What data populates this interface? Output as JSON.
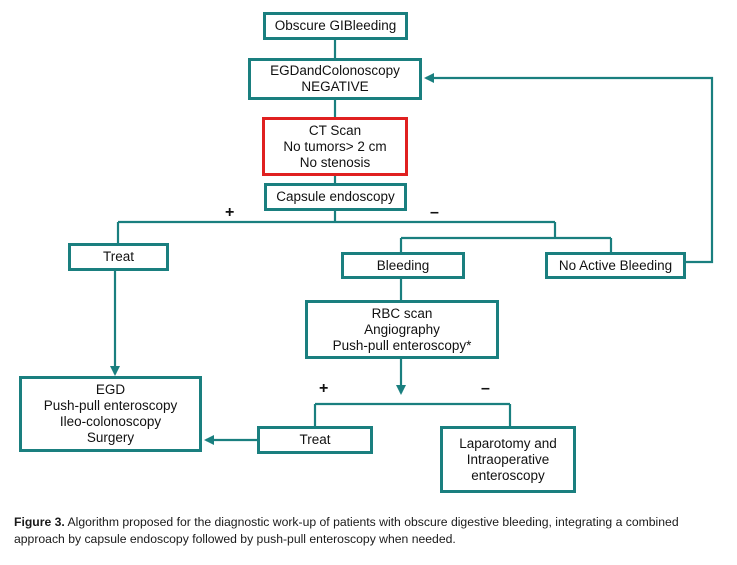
{
  "nodes": {
    "obscure_gi": {
      "lines": [
        "Obscure GIBleeding"
      ]
    },
    "egd_colonoscopy": {
      "lines": [
        "EGDandColonoscopy",
        "NEGATIVE"
      ]
    },
    "ct_scan": {
      "lines": [
        "CT Scan",
        "No tumors> 2 cm",
        "No stenosis"
      ]
    },
    "capsule": {
      "lines": [
        "Capsule endoscopy"
      ]
    },
    "treat_left": {
      "lines": [
        "Treat"
      ]
    },
    "bleeding": {
      "lines": [
        "Bleeding"
      ]
    },
    "no_active": {
      "lines": [
        "No Active Bleeding"
      ]
    },
    "rbc_scan": {
      "lines": [
        "RBC scan",
        "Angiography",
        "Push-pull enteroscopy*"
      ]
    },
    "egd_final": {
      "lines": [
        "EGD",
        "Push-pull enteroscopy",
        "Ileo-colonoscopy",
        "Surgery"
      ]
    },
    "treat_bottom": {
      "lines": [
        "Treat"
      ]
    },
    "laparotomy": {
      "lines": [
        "Laparotomy and",
        "Intraoperative",
        "enteroscopy"
      ]
    }
  },
  "signs": {
    "capsule_plus": "+",
    "capsule_minus": "–",
    "rbc_plus": "+",
    "rbc_minus": "–"
  },
  "colors": {
    "box_border": "#1a7f7f",
    "highlight_border": "#e02020"
  },
  "caption": {
    "label": "Figure 3.",
    "text": "Algorithm proposed for the diagnostic work-up of patients with obscure digestive bleeding, integrating a combined approach by capsule endoscopy followed by push-pull enteroscopy when needed."
  }
}
